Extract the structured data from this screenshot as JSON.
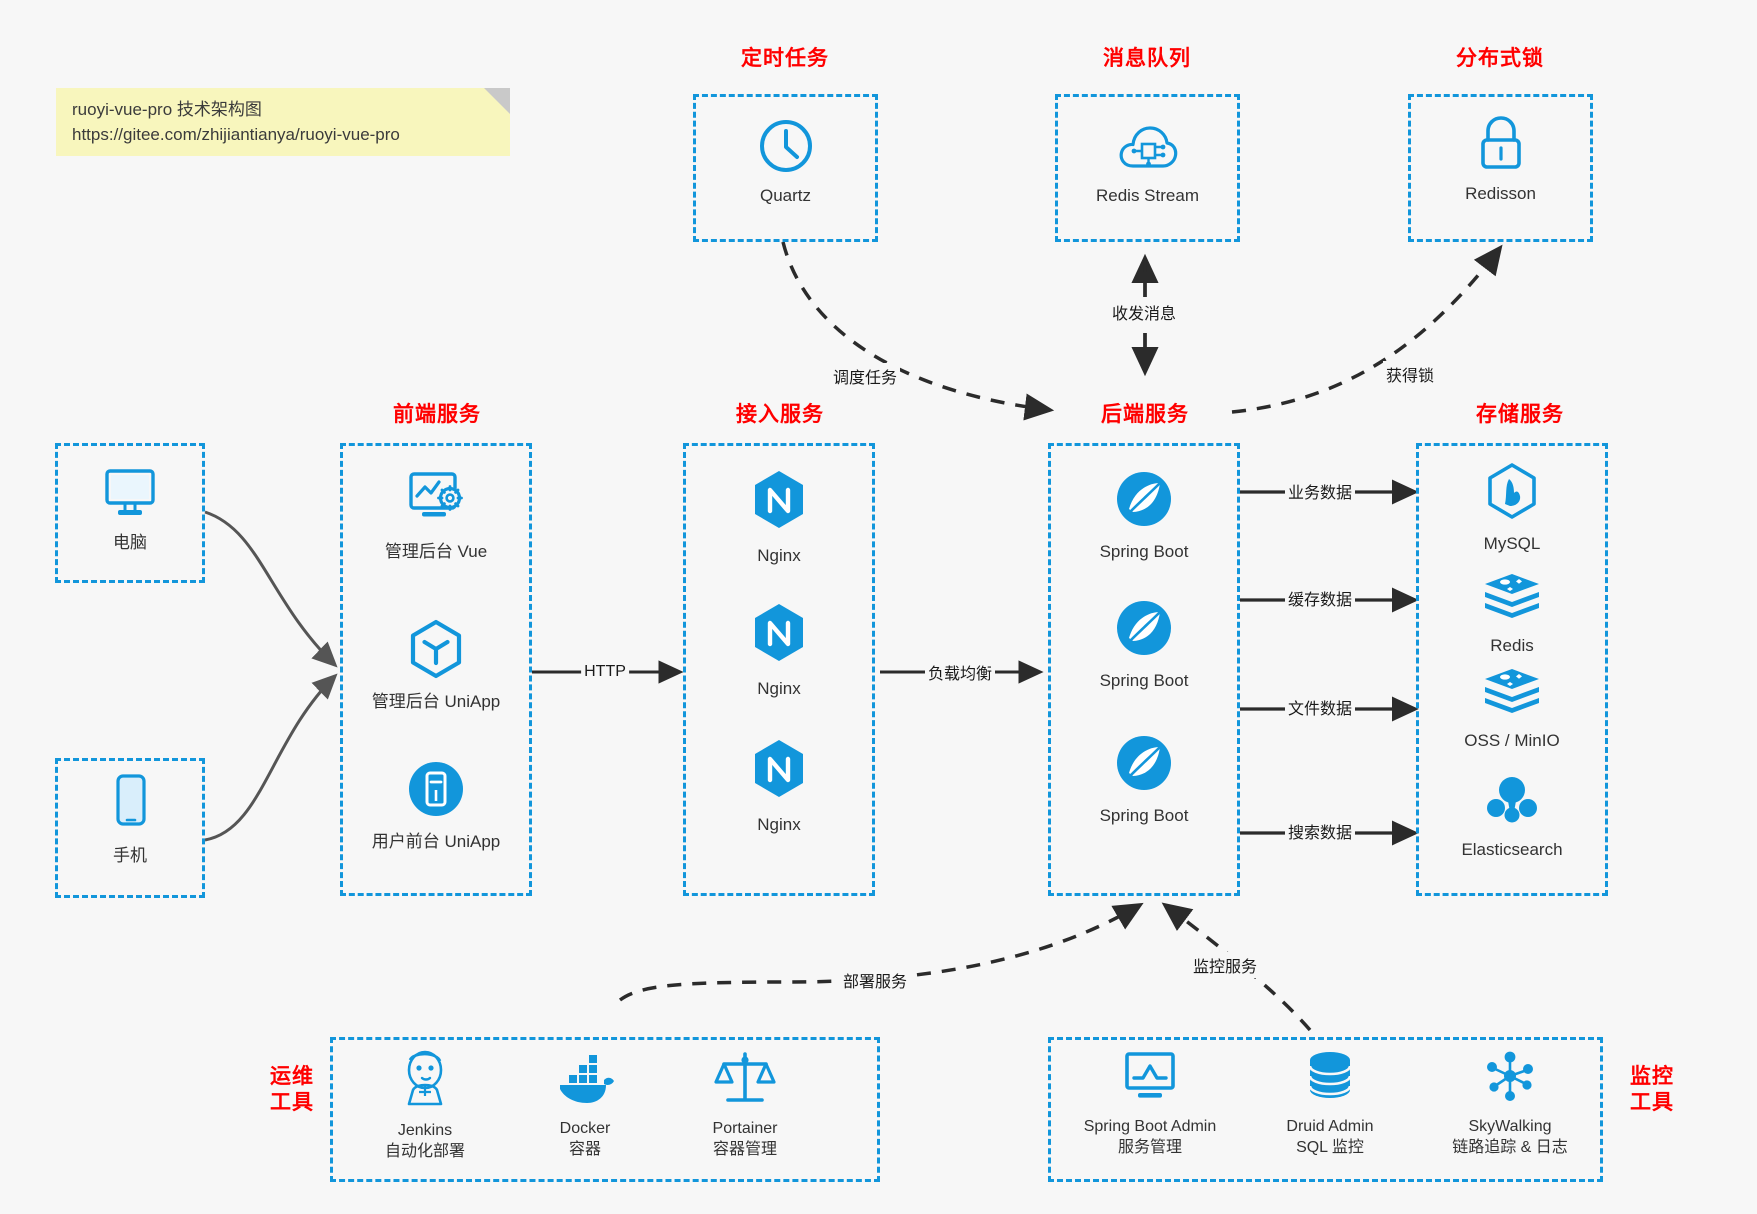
{
  "note": {
    "name": "note-card",
    "text": "ruoyi-vue-pro 技术架构图\nhttps://gitee.com/zhijiantianya/ruoyi-vue-pro"
  },
  "colors": {
    "accent": "#1296db",
    "title": "#ff0000",
    "background": "#f7f7f7",
    "note_bg": "#f8f6bd",
    "edge": "#2b2b2b",
    "client_edge": "#555555"
  },
  "groups": {
    "scheduler": {
      "title": "定时任务"
    },
    "mq": {
      "title": "消息队列"
    },
    "lock": {
      "title": "分布式锁"
    },
    "frontend": {
      "title": "前端服务"
    },
    "gateway": {
      "title": "接入服务"
    },
    "backend": {
      "title": "后端服务"
    },
    "storage": {
      "title": "存储服务"
    },
    "ops": {
      "title": "运维\n工具"
    },
    "monitor": {
      "title": "监控\n工具"
    }
  },
  "clients": [
    {
      "label": "电脑",
      "icon": "desktop-icon"
    },
    {
      "label": "手机",
      "icon": "mobile-icon"
    }
  ],
  "scheduler_nodes": [
    {
      "label": "Quartz",
      "icon": "clock-icon"
    }
  ],
  "mq_nodes": [
    {
      "label": "Redis Stream",
      "icon": "cloud-stream-icon"
    }
  ],
  "lock_nodes": [
    {
      "label": "Redisson",
      "icon": "lock-icon"
    }
  ],
  "frontend_nodes": [
    {
      "label": "管理后台 Vue",
      "icon": "admin-dashboard-icon"
    },
    {
      "label": "管理后台 UniApp",
      "icon": "uniapp-hex-icon"
    },
    {
      "label": "用户前台 UniApp",
      "icon": "mobile-app-icon"
    }
  ],
  "gateway_nodes": [
    {
      "label": "Nginx",
      "icon": "nginx-icon"
    },
    {
      "label": "Nginx",
      "icon": "nginx-icon"
    },
    {
      "label": "Nginx",
      "icon": "nginx-icon"
    }
  ],
  "backend_nodes": [
    {
      "label": "Spring Boot",
      "icon": "spring-boot-icon"
    },
    {
      "label": "Spring Boot",
      "icon": "spring-boot-icon"
    },
    {
      "label": "Spring Boot",
      "icon": "spring-boot-icon"
    }
  ],
  "storage_nodes": [
    {
      "label": "MySQL",
      "icon": "mysql-icon"
    },
    {
      "label": "Redis",
      "icon": "redis-icon"
    },
    {
      "label": "OSS / MinIO",
      "icon": "oss-minio-icon"
    },
    {
      "label": "Elasticsearch",
      "icon": "elasticsearch-icon"
    }
  ],
  "ops_nodes": [
    {
      "label": "Jenkins\n自动化部署",
      "icon": "jenkins-icon"
    },
    {
      "label": "Docker\n容器",
      "icon": "docker-icon"
    },
    {
      "label": "Portainer\n容器管理",
      "icon": "portainer-scale-icon"
    }
  ],
  "monitor_nodes": [
    {
      "label": "Spring Boot Admin\n服务管理",
      "icon": "monitor-chart-icon"
    },
    {
      "label": "Druid Admin\nSQL 监控",
      "icon": "database-icon"
    },
    {
      "label": "SkyWalking\n链路追踪 & 日志",
      "icon": "skywalking-icon"
    }
  ],
  "edges": [
    {
      "label": "HTTP",
      "from": "frontend",
      "to": "gateway"
    },
    {
      "label": "负载均衡",
      "from": "gateway",
      "to": "backend"
    },
    {
      "label": "调度任务",
      "from": "scheduler",
      "to": "backend"
    },
    {
      "label": "收发消息",
      "from": "backend",
      "to": "mq"
    },
    {
      "label": "获得锁",
      "from": "backend",
      "to": "lock"
    },
    {
      "label": "业务数据",
      "from": "backend",
      "to": "mysql"
    },
    {
      "label": "缓存数据",
      "from": "backend",
      "to": "redis"
    },
    {
      "label": "文件数据",
      "from": "backend",
      "to": "oss"
    },
    {
      "label": "搜索数据",
      "from": "backend",
      "to": "elasticsearch"
    },
    {
      "label": "部署服务",
      "from": "ops",
      "to": "backend"
    },
    {
      "label": "监控服务",
      "from": "monitor",
      "to": "backend"
    }
  ]
}
